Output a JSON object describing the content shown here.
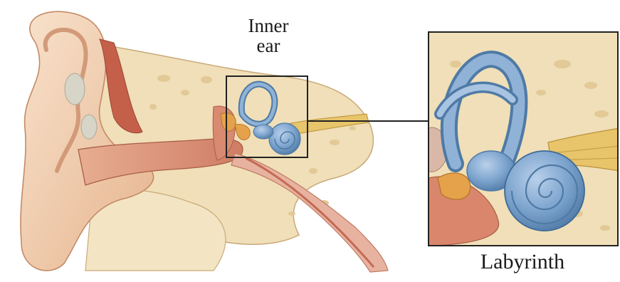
{
  "labels": {
    "inner_ear_line1": "Inner",
    "inner_ear_line2": "ear",
    "labyrinth": "Labyrinth"
  },
  "colors": {
    "skin_light": "#f6dcc4",
    "skin_mid": "#eec3a0",
    "skin_dark": "#d99b78",
    "bone": "#f0dfb8",
    "bone_spot": "#e2c996",
    "cartilage": "#f3e5c4",
    "canal_pink": "#e0a08a",
    "muscle_red": "#c4604a",
    "labyrinth_blue": "#7fa6cf",
    "labyrinth_dark": "#4f7aa6",
    "nerve_yellow": "#e8c46a",
    "ossicle_orange": "#e6a24a",
    "frame": "#222222"
  }
}
